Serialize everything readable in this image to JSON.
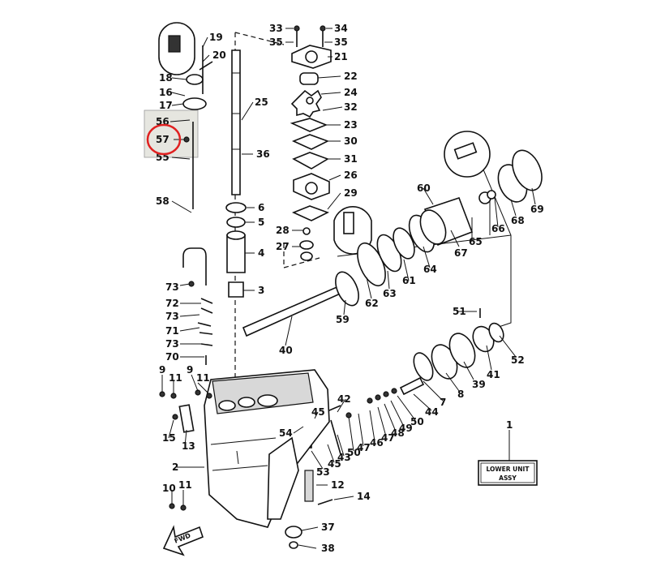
{
  "diagram": {
    "labels": [
      {
        "id": "33",
        "text": "33"
      },
      {
        "id": "34",
        "text": "34"
      },
      {
        "id": "35a",
        "text": "35"
      },
      {
        "id": "35b",
        "text": "35"
      },
      {
        "id": "21",
        "text": "21"
      },
      {
        "id": "22",
        "text": "22"
      },
      {
        "id": "24",
        "text": "24"
      },
      {
        "id": "32",
        "text": "32"
      },
      {
        "id": "23",
        "text": "23"
      },
      {
        "id": "30",
        "text": "30"
      },
      {
        "id": "31",
        "text": "31"
      },
      {
        "id": "26",
        "text": "26"
      },
      {
        "id": "29",
        "text": "29"
      },
      {
        "id": "28",
        "text": "28"
      },
      {
        "id": "27",
        "text": "27"
      },
      {
        "id": "19",
        "text": "19"
      },
      {
        "id": "20",
        "text": "20"
      },
      {
        "id": "18",
        "text": "18"
      },
      {
        "id": "16",
        "text": "16"
      },
      {
        "id": "17",
        "text": "17"
      },
      {
        "id": "56",
        "text": "56"
      },
      {
        "id": "57",
        "text": "57"
      },
      {
        "id": "55",
        "text": "55"
      },
      {
        "id": "25",
        "text": "25"
      },
      {
        "id": "36",
        "text": "36"
      },
      {
        "id": "58",
        "text": "58"
      },
      {
        "id": "6",
        "text": "6"
      },
      {
        "id": "5",
        "text": "5"
      },
      {
        "id": "4",
        "text": "4"
      },
      {
        "id": "3",
        "text": "3"
      },
      {
        "id": "73a",
        "text": "73"
      },
      {
        "id": "72",
        "text": "72"
      },
      {
        "id": "73b",
        "text": "73"
      },
      {
        "id": "71",
        "text": "71"
      },
      {
        "id": "73c",
        "text": "73"
      },
      {
        "id": "70",
        "text": "70"
      },
      {
        "id": "9a",
        "text": "9"
      },
      {
        "id": "11a",
        "text": "11"
      },
      {
        "id": "9b",
        "text": "9"
      },
      {
        "id": "11b",
        "text": "11"
      },
      {
        "id": "15",
        "text": "15"
      },
      {
        "id": "13",
        "text": "13"
      },
      {
        "id": "2",
        "text": "2"
      },
      {
        "id": "10",
        "text": "10"
      },
      {
        "id": "11c",
        "text": "11"
      },
      {
        "id": "60",
        "text": "60"
      },
      {
        "id": "65",
        "text": "65"
      },
      {
        "id": "66",
        "text": "66"
      },
      {
        "id": "68",
        "text": "68"
      },
      {
        "id": "69",
        "text": "69"
      },
      {
        "id": "67",
        "text": "67"
      },
      {
        "id": "64",
        "text": "64"
      },
      {
        "id": "61",
        "text": "61"
      },
      {
        "id": "63",
        "text": "63"
      },
      {
        "id": "62",
        "text": "62"
      },
      {
        "id": "59",
        "text": "59"
      },
      {
        "id": "40",
        "text": "40"
      },
      {
        "id": "51",
        "text": "51"
      },
      {
        "id": "52",
        "text": "52"
      },
      {
        "id": "41",
        "text": "41"
      },
      {
        "id": "39",
        "text": "39"
      },
      {
        "id": "8",
        "text": "8"
      },
      {
        "id": "7",
        "text": "7"
      },
      {
        "id": "44",
        "text": "44"
      },
      {
        "id": "42",
        "text": "42"
      },
      {
        "id": "45a",
        "text": "45"
      },
      {
        "id": "54",
        "text": "54"
      },
      {
        "id": "50a",
        "text": "50"
      },
      {
        "id": "49",
        "text": "49"
      },
      {
        "id": "48",
        "text": "48"
      },
      {
        "id": "47a",
        "text": "47"
      },
      {
        "id": "46",
        "text": "46"
      },
      {
        "id": "47b",
        "text": "47"
      },
      {
        "id": "50b",
        "text": "50"
      },
      {
        "id": "43",
        "text": "43"
      },
      {
        "id": "45b",
        "text": "45"
      },
      {
        "id": "53",
        "text": "53"
      },
      {
        "id": "12",
        "text": "12"
      },
      {
        "id": "14",
        "text": "14"
      },
      {
        "id": "37",
        "text": "37"
      },
      {
        "id": "38",
        "text": "38"
      },
      {
        "id": "1",
        "text": "1"
      }
    ],
    "assembly_label": {
      "line1": "LOWER UNIT",
      "line2": "ASSY"
    },
    "fwd_label": "FWD",
    "highlight": {
      "part": "57",
      "color": "#e02020"
    },
    "inset_background": "#e6e6e0"
  }
}
